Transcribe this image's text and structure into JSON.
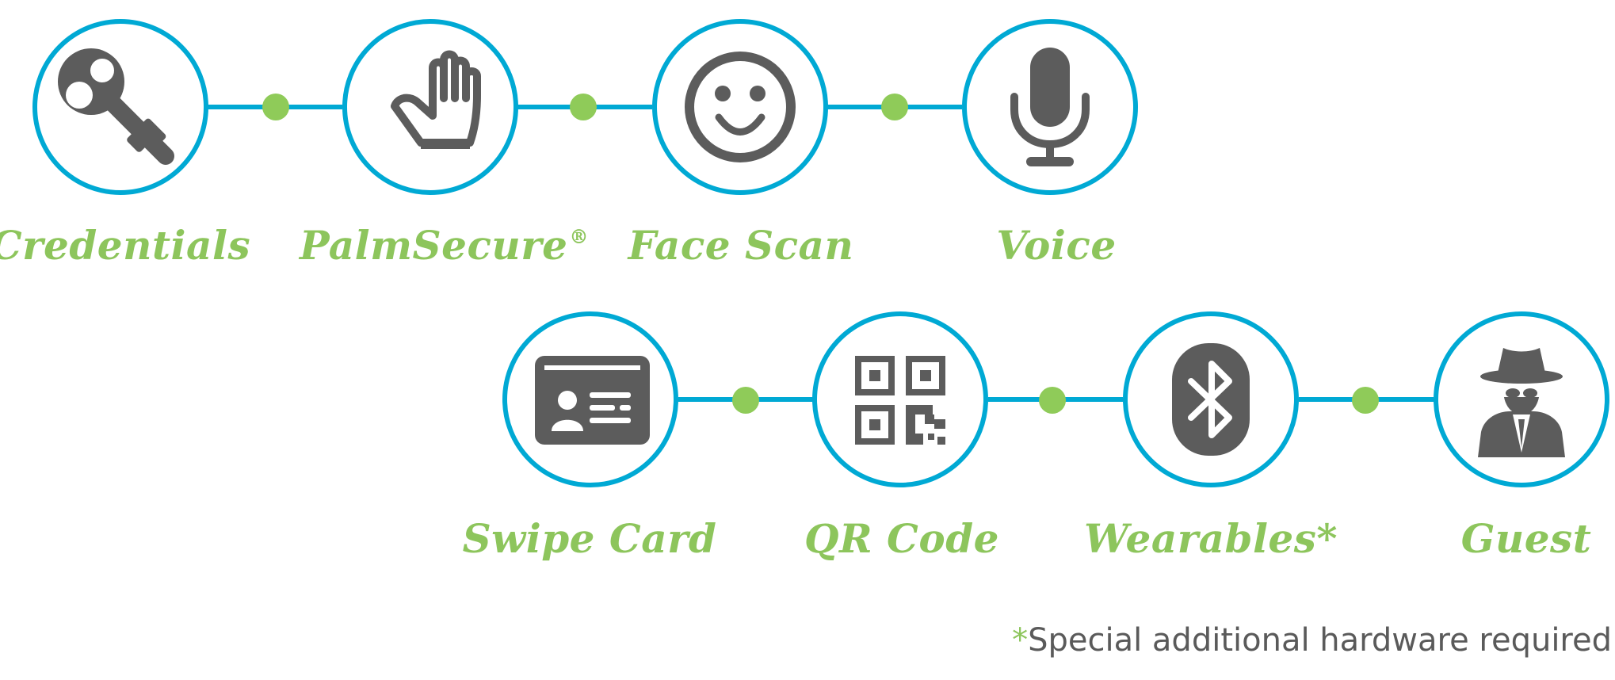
{
  "colors": {
    "ring": "#00a9d4",
    "dot": "#8fcb59",
    "green": "#8dc55c",
    "icon": "#5c5c5c"
  },
  "methods_row1": [
    {
      "label": "Credentials",
      "icon": "key-icon"
    },
    {
      "label": "PalmSecure",
      "superscript": "®",
      "icon": "palm-icon"
    },
    {
      "label": "Face Scan",
      "icon": "smiley-face-icon"
    },
    {
      "label": "Voice",
      "icon": "microphone-icon"
    }
  ],
  "methods_row2": [
    {
      "label": "Swipe Card",
      "icon": "id-card-icon"
    },
    {
      "label": "QR Code",
      "icon": "qr-code-icon"
    },
    {
      "label": "Wearables*",
      "icon": "bluetooth-icon"
    },
    {
      "label": "Guest",
      "icon": "spy-icon"
    }
  ],
  "footnote": {
    "marker": "*",
    "text": "Special additional hardware required"
  }
}
